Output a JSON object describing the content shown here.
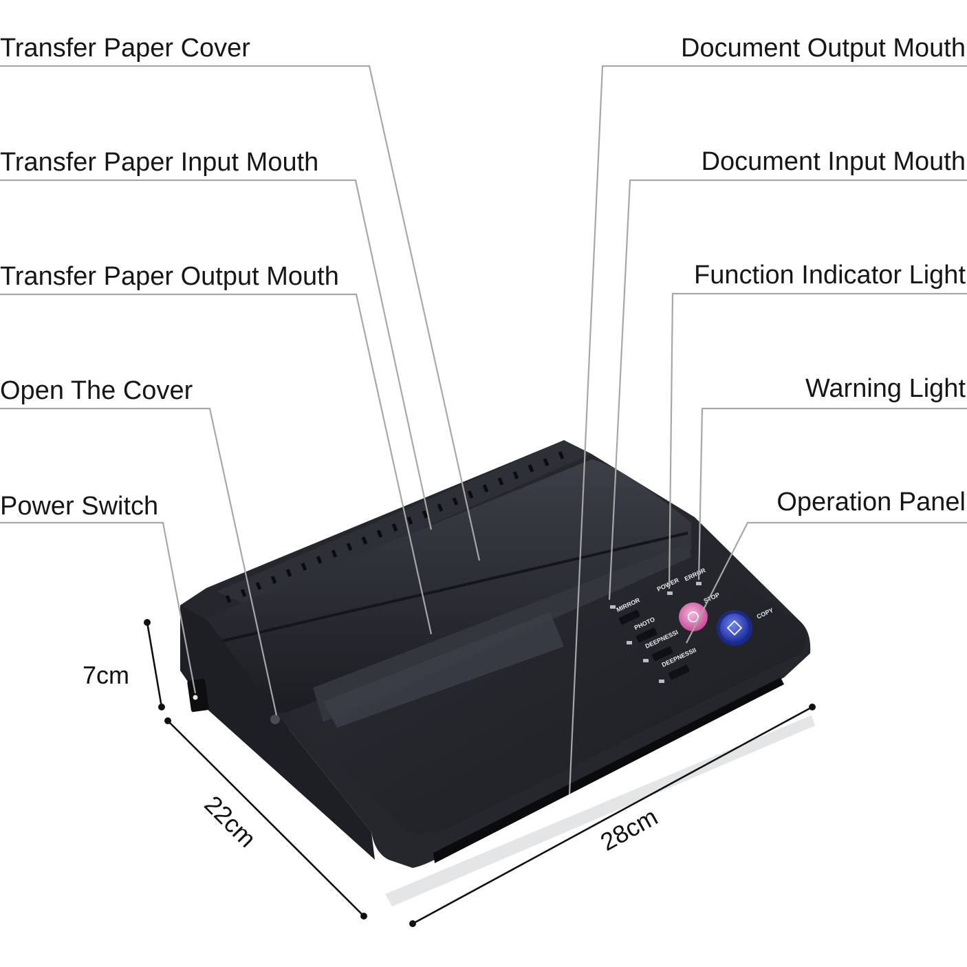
{
  "callouts_left": [
    {
      "id": "transfer-paper-cover",
      "label": "Transfer Paper Cover"
    },
    {
      "id": "transfer-paper-input-mouth",
      "label": "Transfer Paper Input Mouth"
    },
    {
      "id": "transfer-paper-output-mouth",
      "label": "Transfer Paper Output Mouth"
    },
    {
      "id": "open-the-cover",
      "label": "Open The Cover"
    },
    {
      "id": "power-switch",
      "label": "Power Switch"
    }
  ],
  "callouts_right": [
    {
      "id": "document-output-mouth",
      "label": "Document Output Mouth"
    },
    {
      "id": "document-input-mouth",
      "label": "Document Input Mouth"
    },
    {
      "id": "function-indicator-light",
      "label": "Function Indicator Light"
    },
    {
      "id": "warning-light",
      "label": "Warning Light"
    },
    {
      "id": "operation-panel",
      "label": "Operation Panel"
    }
  ],
  "dimensions": {
    "height": "7cm",
    "depth": "22cm",
    "width": "28cm"
  },
  "panel": {
    "buttons": [
      "MIRROR",
      "PHOTO",
      "DEEPNESSI",
      "DEEPNESSII"
    ],
    "power": "POWER",
    "error": "ERROR",
    "stop": "STOP",
    "copy": "COPY"
  },
  "colors": {
    "body": "#25272d",
    "leader": "#a7a7a7",
    "stop_button": "#e06fb4",
    "copy_button": "#2a3fb0"
  }
}
